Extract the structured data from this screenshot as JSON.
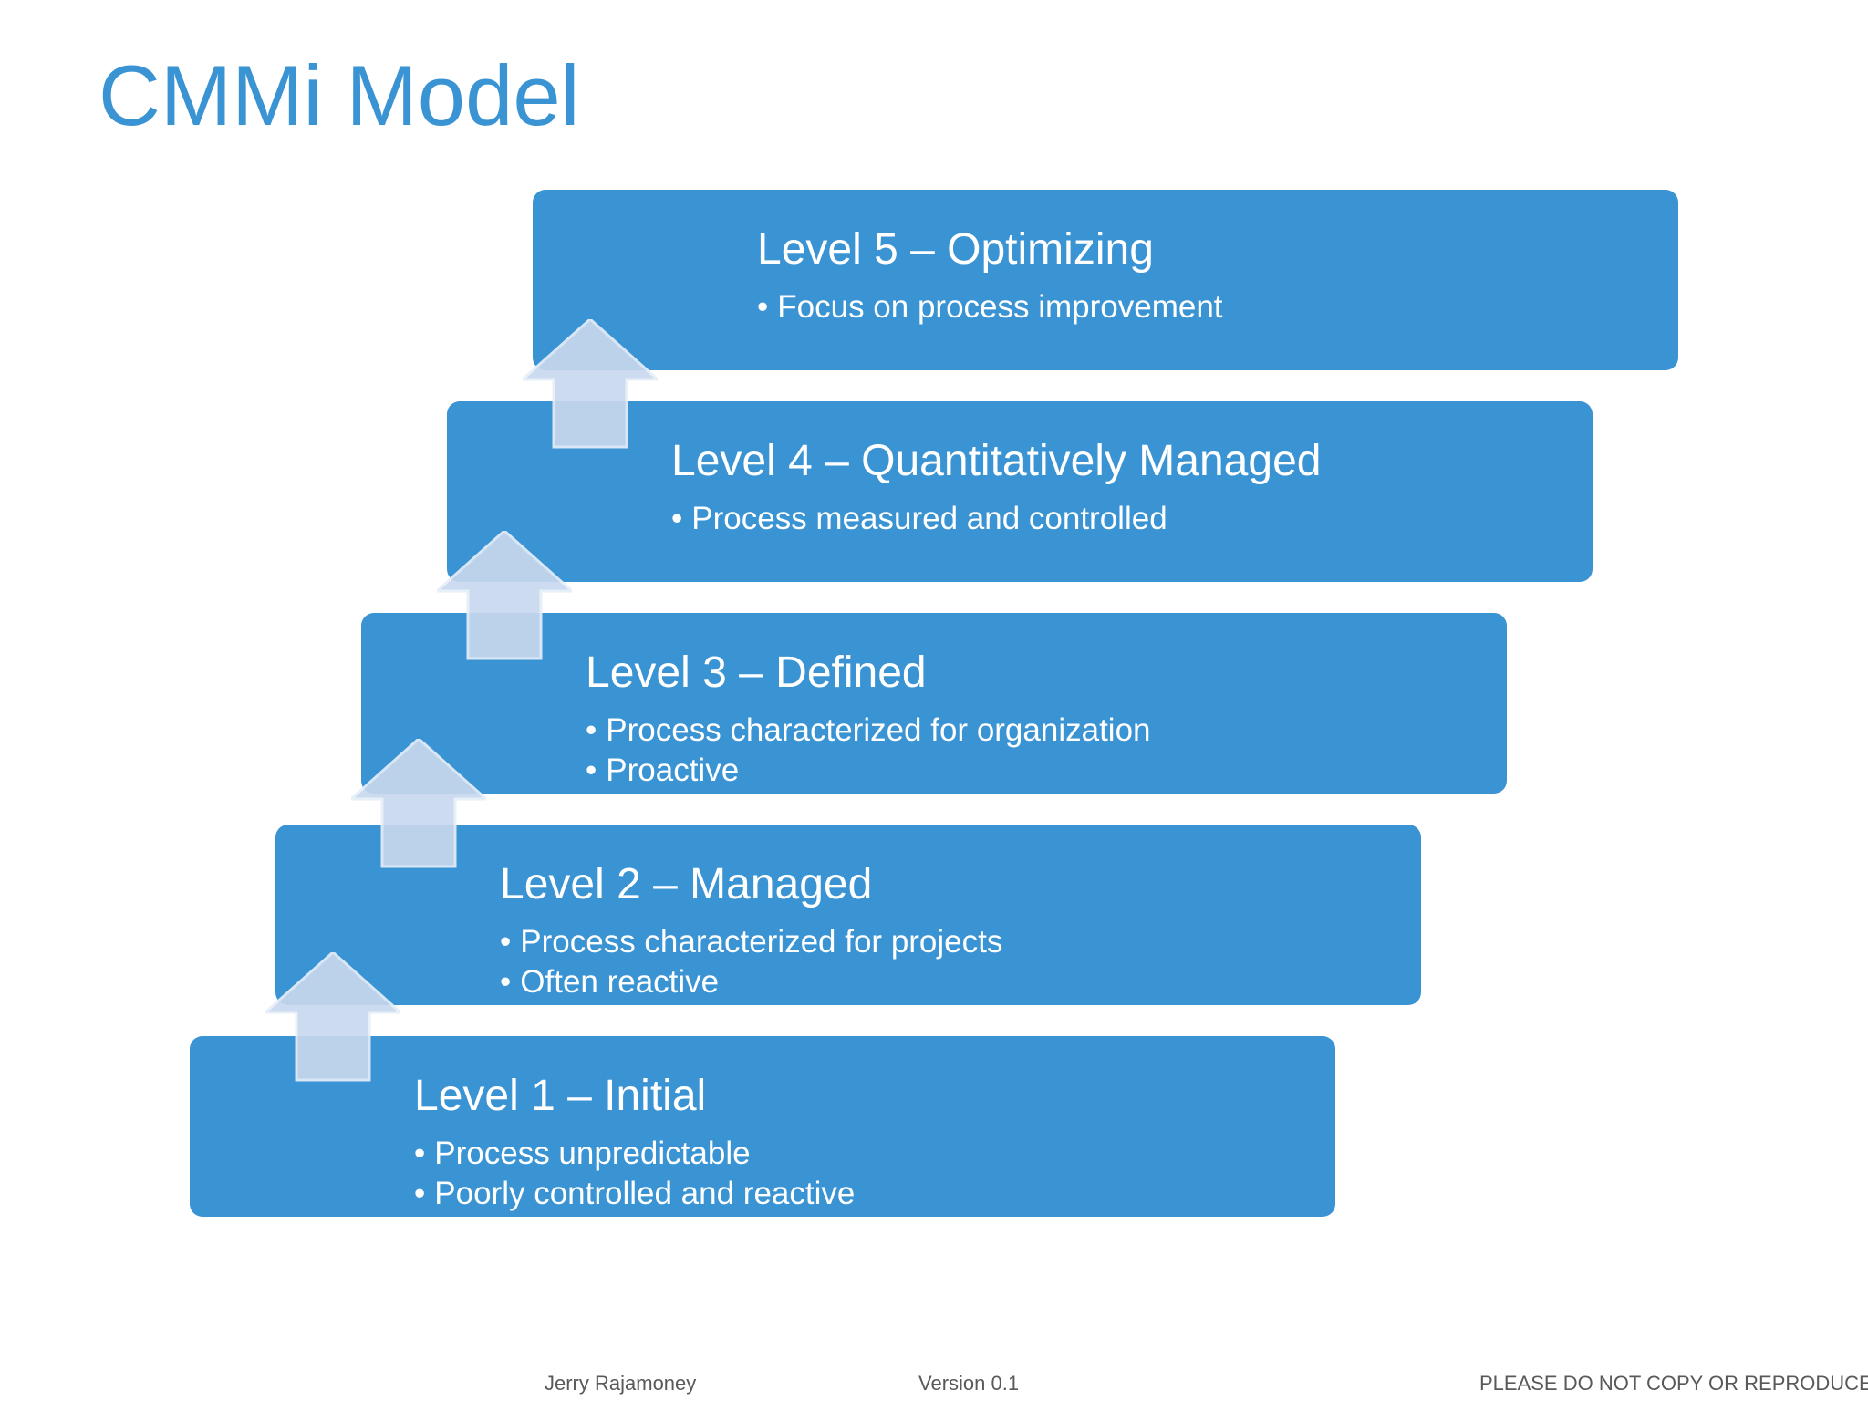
{
  "slide": {
    "title": "CMMi Model",
    "accent_color": "#3a93d3",
    "arrow_color": "#c8d8ee",
    "arrow_icon": "up-arrow-icon"
  },
  "levels": [
    {
      "title": "Level 1 – Initial",
      "bullets": [
        "Process unpredictable",
        "Poorly controlled and reactive"
      ]
    },
    {
      "title": "Level 2 – Managed",
      "bullets": [
        "Process characterized for projects",
        "Often reactive"
      ]
    },
    {
      "title": "Level 3 – Defined",
      "bullets": [
        "Process characterized for organization",
        "Proactive"
      ]
    },
    {
      "title": "Level 4 – Quantitatively Managed",
      "bullets": [
        "Process measured and controlled"
      ]
    },
    {
      "title": "Level 5 – Optimizing",
      "bullets": [
        "Focus on process improvement"
      ]
    }
  ],
  "footer": {
    "author": "Jerry Rajamoney",
    "version": "Version 0.1",
    "notice": "PLEASE DO NOT COPY OR REPRODUCE"
  }
}
